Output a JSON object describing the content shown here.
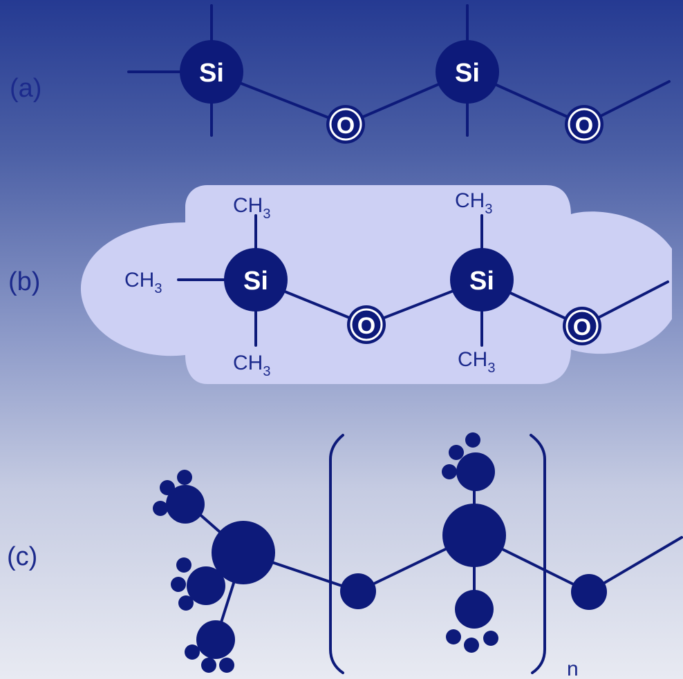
{
  "panels": [
    {
      "id": "a",
      "label": "(a)"
    },
    {
      "id": "b",
      "label": "(b)"
    },
    {
      "id": "c",
      "label": "(c)"
    }
  ],
  "atoms": {
    "silicon": "Si",
    "oxygen": "O",
    "methyl": "CH",
    "methyl_subscript": "3"
  },
  "repeat_subscript": "n",
  "colors": {
    "atom": "#0d1a7a",
    "label": "#1c2a8c",
    "cloud": "#cdd0f4",
    "background_top": "#253a92",
    "background_bottom": "#e8eaf2"
  }
}
